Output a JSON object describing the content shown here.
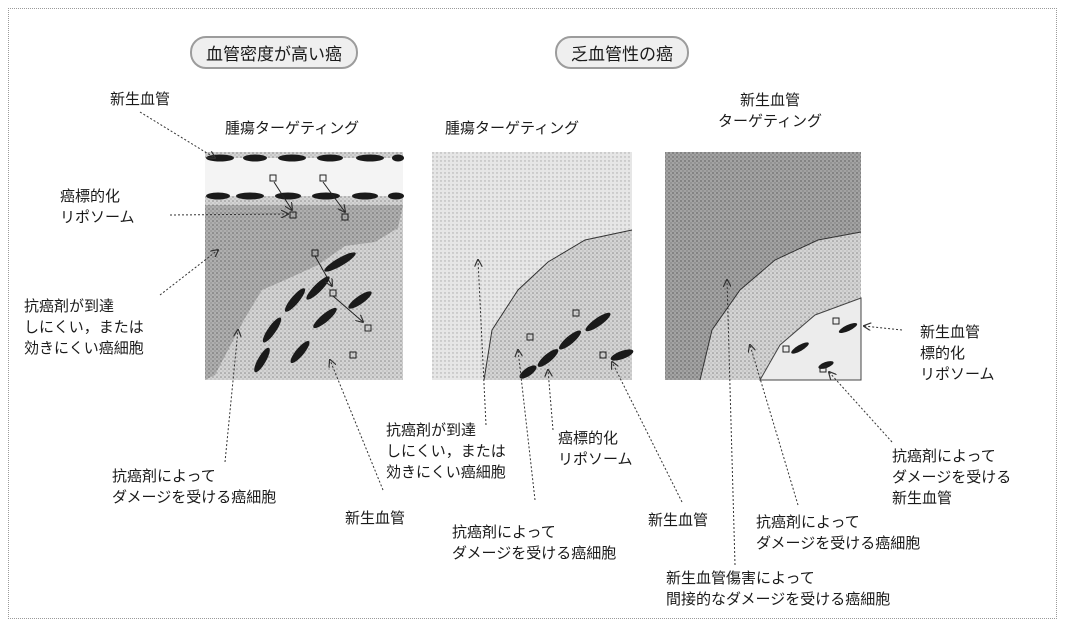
{
  "headers": {
    "high": "血管密度が高い癌",
    "low": "乏血管性の癌"
  },
  "panels": {
    "left": {
      "title": "腫瘍ターゲティング",
      "labels": {
        "vessel_top": "新生血管",
        "liposome": [
          "癌標的化",
          "リポソーム"
        ],
        "hard_to_reach": [
          "抗癌剤が到達",
          "しにくい，または",
          "効きにくい癌細胞"
        ],
        "damaged": [
          "抗癌剤によって",
          "ダメージを受ける癌細胞"
        ],
        "vessel_bottom": "新生血管"
      }
    },
    "middle": {
      "title": "腫瘍ターゲティング",
      "labels": {
        "hard_to_reach": [
          "抗癌剤が到達",
          "しにくい，または",
          "効きにくい癌細胞"
        ],
        "liposome": [
          "癌標的化",
          "リポソーム"
        ],
        "damaged": [
          "抗癌剤によって",
          "ダメージを受ける癌細胞"
        ],
        "vessel": "新生血管"
      }
    },
    "right": {
      "title": [
        "新生血管",
        "ターゲティング"
      ],
      "labels": {
        "vessel_liposome": [
          "新生血管",
          "標的化",
          "リポソーム"
        ],
        "damaged_vessel": [
          "抗癌剤によって",
          "ダメージを受ける",
          "新生血管"
        ],
        "damaged_cells": [
          "抗癌剤によって",
          "ダメージを受ける癌細胞"
        ],
        "indirect": [
          "新生血管傷害によって",
          "間接的なダメージを受ける癌細胞"
        ]
      }
    }
  }
}
